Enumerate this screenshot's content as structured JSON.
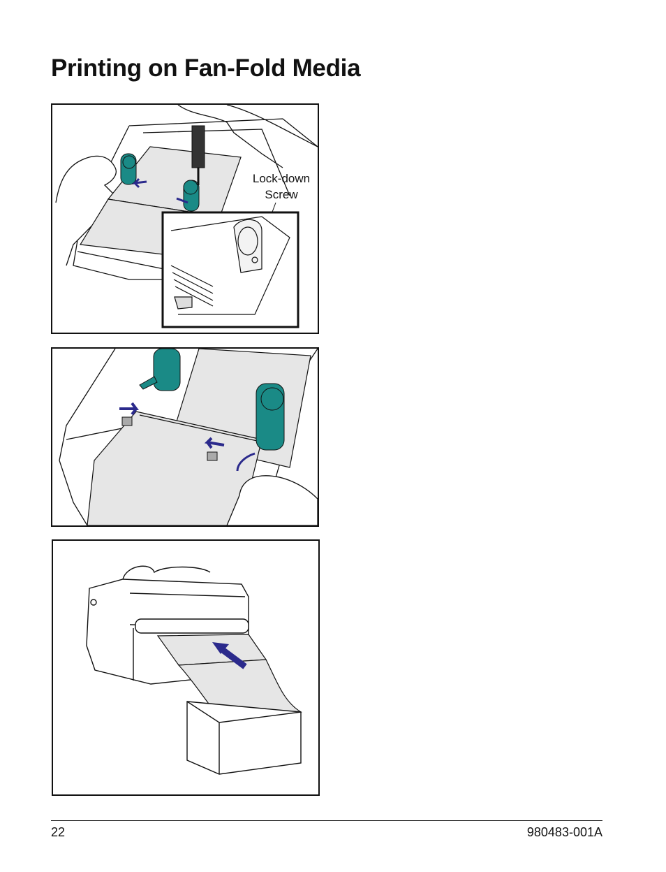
{
  "page": {
    "title": "Printing on Fan-Fold Media",
    "page_number": "22",
    "doc_number": "980483-001A"
  },
  "figures": [
    {
      "callout": "Lock-down Screw"
    },
    {},
    {}
  ],
  "colors": {
    "teal_hub": "#1a8a86",
    "arrow_blue": "#2b2a8c",
    "media_gray": "#e6e6e6",
    "line": "#111111"
  }
}
